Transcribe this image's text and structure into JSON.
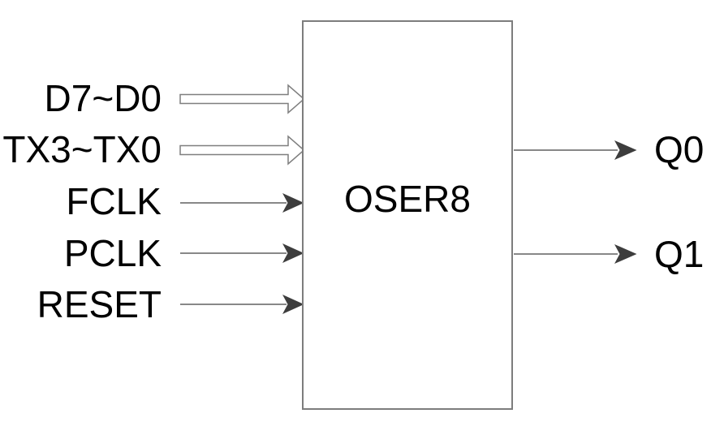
{
  "diagram": {
    "block": {
      "label": "OSER8"
    },
    "inputs": [
      {
        "label": "D7~D0",
        "arrow": "bus"
      },
      {
        "label": "TX3~TX0",
        "arrow": "bus"
      },
      {
        "label": "FCLK",
        "arrow": "signal"
      },
      {
        "label": "PCLK",
        "arrow": "signal"
      },
      {
        "label": "RESET",
        "arrow": "signal"
      }
    ],
    "outputs": [
      {
        "label": "Q0",
        "arrow": "signal"
      },
      {
        "label": "Q1",
        "arrow": "signal"
      }
    ],
    "colors": {
      "background": "#ffffff",
      "text": "#000000",
      "block_border": "#7d7d7d",
      "signal_line": "#606060",
      "arrowhead_fill": "#3d3d3d",
      "bus_arrow_outline": "#7f7f7f",
      "bus_arrow_fill": "#ffffff"
    }
  }
}
